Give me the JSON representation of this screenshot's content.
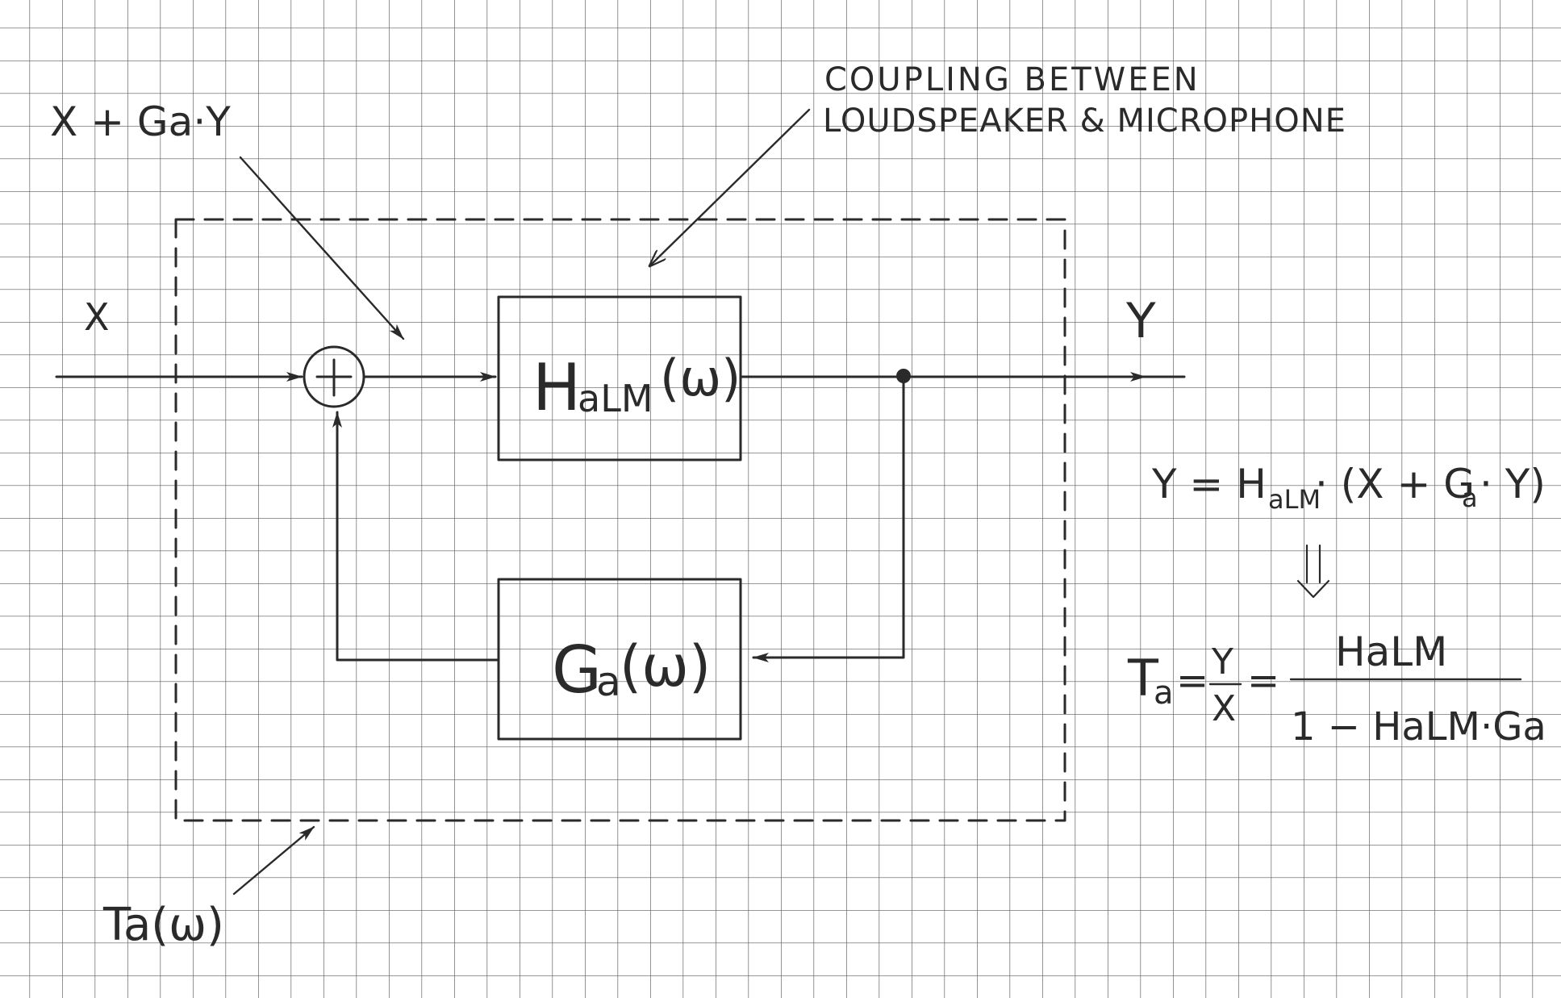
{
  "annotations": {
    "sum_signal": "X + Ga·Y",
    "coupling_line1": "COUPLING BETWEEN",
    "coupling_line2": "LOUDSPEAKER & MICROPHONE",
    "input": "X",
    "output": "Y",
    "loop_transfer": "Ta(ω)"
  },
  "blocks": {
    "halm": {
      "main": "H",
      "sub": "aLM",
      "arg": "(ω)"
    },
    "ga": {
      "main": "G",
      "sub": "a",
      "arg": "(ω)"
    },
    "summer_symbol": "+"
  },
  "equations": {
    "eq1": {
      "lhs": "Y = H",
      "sub": "aLM",
      "rhs": "· (X + G",
      "sub2": "a",
      "tail": "· Y)"
    },
    "implies": "⇓",
    "eq2": {
      "lhs": "T",
      "lhs_sub": "a",
      "eq": "=",
      "frac_num": "Y",
      "frac_den": "X",
      "eq2": "=",
      "num": "HaLM",
      "den": "1 − HaLM·Ga"
    }
  },
  "colors": {
    "ink": "#2a2a2a",
    "grid": "#5a5a5a",
    "paper": "#ffffff"
  }
}
